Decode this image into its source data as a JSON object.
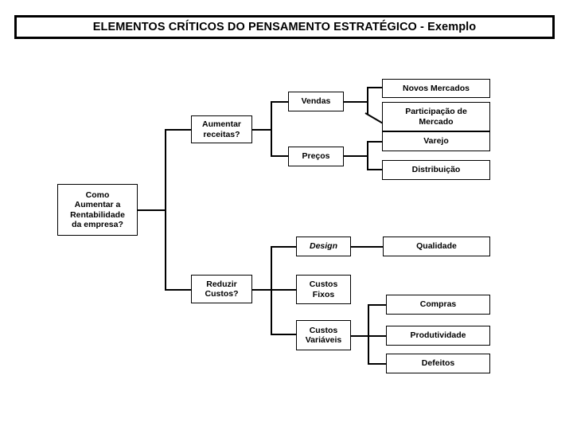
{
  "title": {
    "text": "ELEMENTOS CRÍTICOS DO PENSAMENTO ESTRATÉGICO - Exemplo"
  },
  "diagram": {
    "type": "tree-diagram",
    "orientation": "left-to-right",
    "root": {
      "id": "root",
      "label": "Como\nAumentar a\nRentabilidade\nda empresa?"
    },
    "nodes": [
      {
        "id": "aumentar-receitas",
        "label": "Aumentar\nreceitas?",
        "level": 1
      },
      {
        "id": "reduzir-custos",
        "label": "Reduzir\nCustos?",
        "level": 1
      },
      {
        "id": "vendas",
        "label": "Vendas",
        "level": 2
      },
      {
        "id": "precos",
        "label": "Preços",
        "level": 2
      },
      {
        "id": "design",
        "label": "Design",
        "level": 2,
        "style": "italic"
      },
      {
        "id": "custos-fixos",
        "label": "Custos\nFixos",
        "level": 2
      },
      {
        "id": "custos-variaveis",
        "label": "Custos\nVariáveis",
        "level": 2
      },
      {
        "id": "novos-mercados",
        "label": "Novos Mercados",
        "level": 3
      },
      {
        "id": "participacao-de-mercado",
        "label": "Participação de\nMercado",
        "level": 3
      },
      {
        "id": "varejo",
        "label": "Varejo",
        "level": 3
      },
      {
        "id": "distribuicao",
        "label": "Distribuição",
        "level": 3
      },
      {
        "id": "qualidade",
        "label": "Qualidade",
        "level": 3
      },
      {
        "id": "compras",
        "label": "Compras",
        "level": 3
      },
      {
        "id": "produtividade",
        "label": "Produtividade",
        "level": 3
      },
      {
        "id": "defeitos",
        "label": "Defeitos",
        "level": 3
      }
    ],
    "edges": [
      {
        "from": "root",
        "to": "aumentar-receitas"
      },
      {
        "from": "root",
        "to": "reduzir-custos"
      },
      {
        "from": "aumentar-receitas",
        "to": "vendas"
      },
      {
        "from": "aumentar-receitas",
        "to": "precos"
      },
      {
        "from": "vendas",
        "to": "novos-mercados"
      },
      {
        "from": "vendas",
        "to": "participacao-de-mercado"
      },
      {
        "from": "precos",
        "to": "varejo"
      },
      {
        "from": "precos",
        "to": "distribuicao"
      },
      {
        "from": "reduzir-custos",
        "to": "design"
      },
      {
        "from": "reduzir-custos",
        "to": "custos-fixos"
      },
      {
        "from": "reduzir-custos",
        "to": "custos-variaveis"
      },
      {
        "from": "design",
        "to": "qualidade"
      },
      {
        "from": "custos-variaveis",
        "to": "compras"
      },
      {
        "from": "custos-variaveis",
        "to": "produtividade"
      },
      {
        "from": "custos-variaveis",
        "to": "defeitos"
      }
    ],
    "colors": {
      "line": "#000000",
      "box_border": "#000000",
      "box_fill": "#ffffff",
      "text": "#000000",
      "background": "#ffffff"
    }
  }
}
